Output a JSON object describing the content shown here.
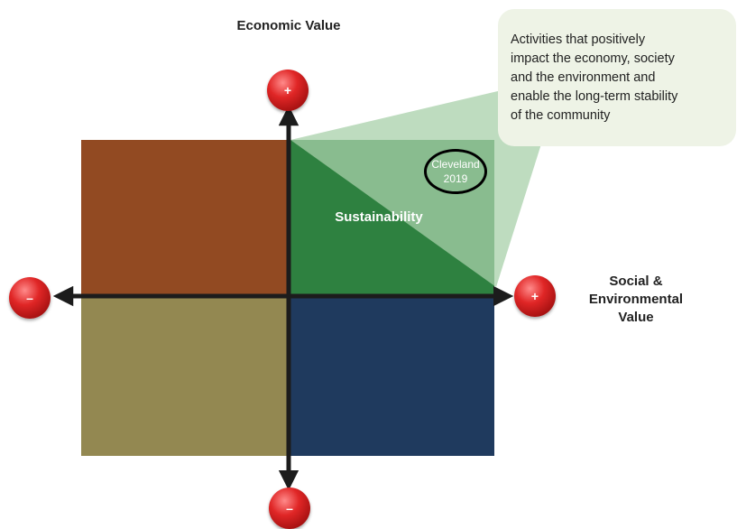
{
  "axes": {
    "y_title": "Economic Value",
    "x_title": "Social & Environmental Value"
  },
  "x_title_lines": [
    "Social &",
    "Environmental",
    "Value"
  ],
  "markers": {
    "top": "+",
    "bottom": "–",
    "left": "–",
    "right": "+"
  },
  "quadrants": {
    "top_left_color": "#924a22",
    "top_right_color": "#2e8140",
    "bottom_left_color": "#938851",
    "bottom_right_color": "#1f3a5e",
    "top_right_label": "Sustainability"
  },
  "highlight": {
    "line1": "Cleveland",
    "line2": "2019"
  },
  "callout": {
    "lines": [
      "Activities that  positively",
      "impact the economy, society",
      "and the environment and",
      "enable the long-term stability",
      "of  the community"
    ],
    "color": "#eef3e6"
  }
}
